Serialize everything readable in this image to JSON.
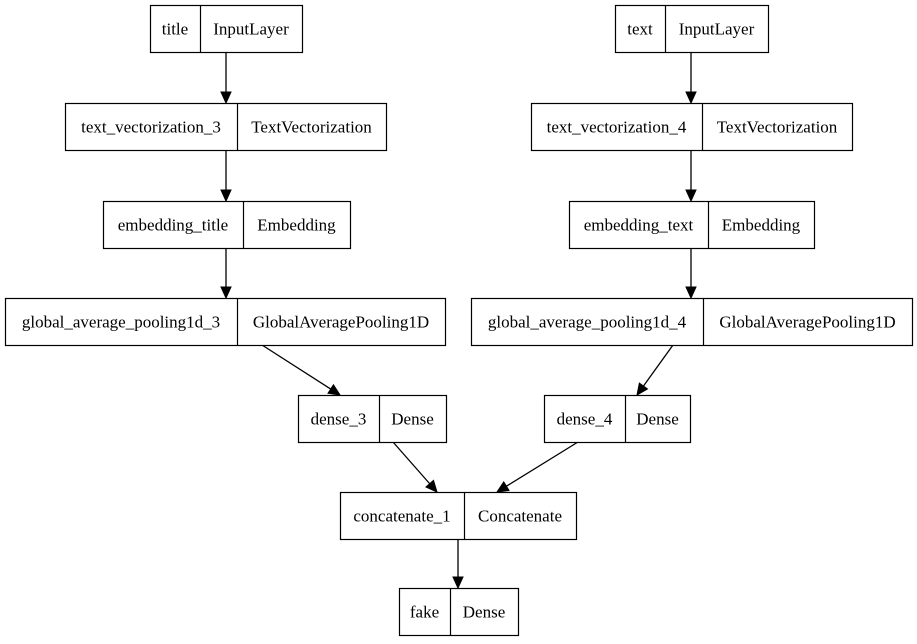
{
  "diagram": {
    "nodes": [
      {
        "id": "title",
        "name": "title",
        "type": "InputLayer"
      },
      {
        "id": "text",
        "name": "text",
        "type": "InputLayer"
      },
      {
        "id": "tv3",
        "name": "text_vectorization_3",
        "type": "TextVectorization"
      },
      {
        "id": "tv4",
        "name": "text_vectorization_4",
        "type": "TextVectorization"
      },
      {
        "id": "emb_title",
        "name": "embedding_title",
        "type": "Embedding"
      },
      {
        "id": "emb_text",
        "name": "embedding_text",
        "type": "Embedding"
      },
      {
        "id": "gap3",
        "name": "global_average_pooling1d_3",
        "type": "GlobalAveragePooling1D"
      },
      {
        "id": "gap4",
        "name": "global_average_pooling1d_4",
        "type": "GlobalAveragePooling1D"
      },
      {
        "id": "dense3",
        "name": "dense_3",
        "type": "Dense"
      },
      {
        "id": "dense4",
        "name": "dense_4",
        "type": "Dense"
      },
      {
        "id": "concat1",
        "name": "concatenate_1",
        "type": "Concatenate"
      },
      {
        "id": "fake",
        "name": "fake",
        "type": "Dense"
      }
    ],
    "edges": [
      {
        "from": "title",
        "to": "tv3"
      },
      {
        "from": "tv3",
        "to": "emb_title"
      },
      {
        "from": "emb_title",
        "to": "gap3"
      },
      {
        "from": "gap3",
        "to": "dense3"
      },
      {
        "from": "dense3",
        "to": "concat1"
      },
      {
        "from": "text",
        "to": "tv4"
      },
      {
        "from": "tv4",
        "to": "emb_text"
      },
      {
        "from": "emb_text",
        "to": "gap4"
      },
      {
        "from": "gap4",
        "to": "dense4"
      },
      {
        "from": "dense4",
        "to": "concat1"
      },
      {
        "from": "concat1",
        "to": "fake"
      }
    ]
  }
}
